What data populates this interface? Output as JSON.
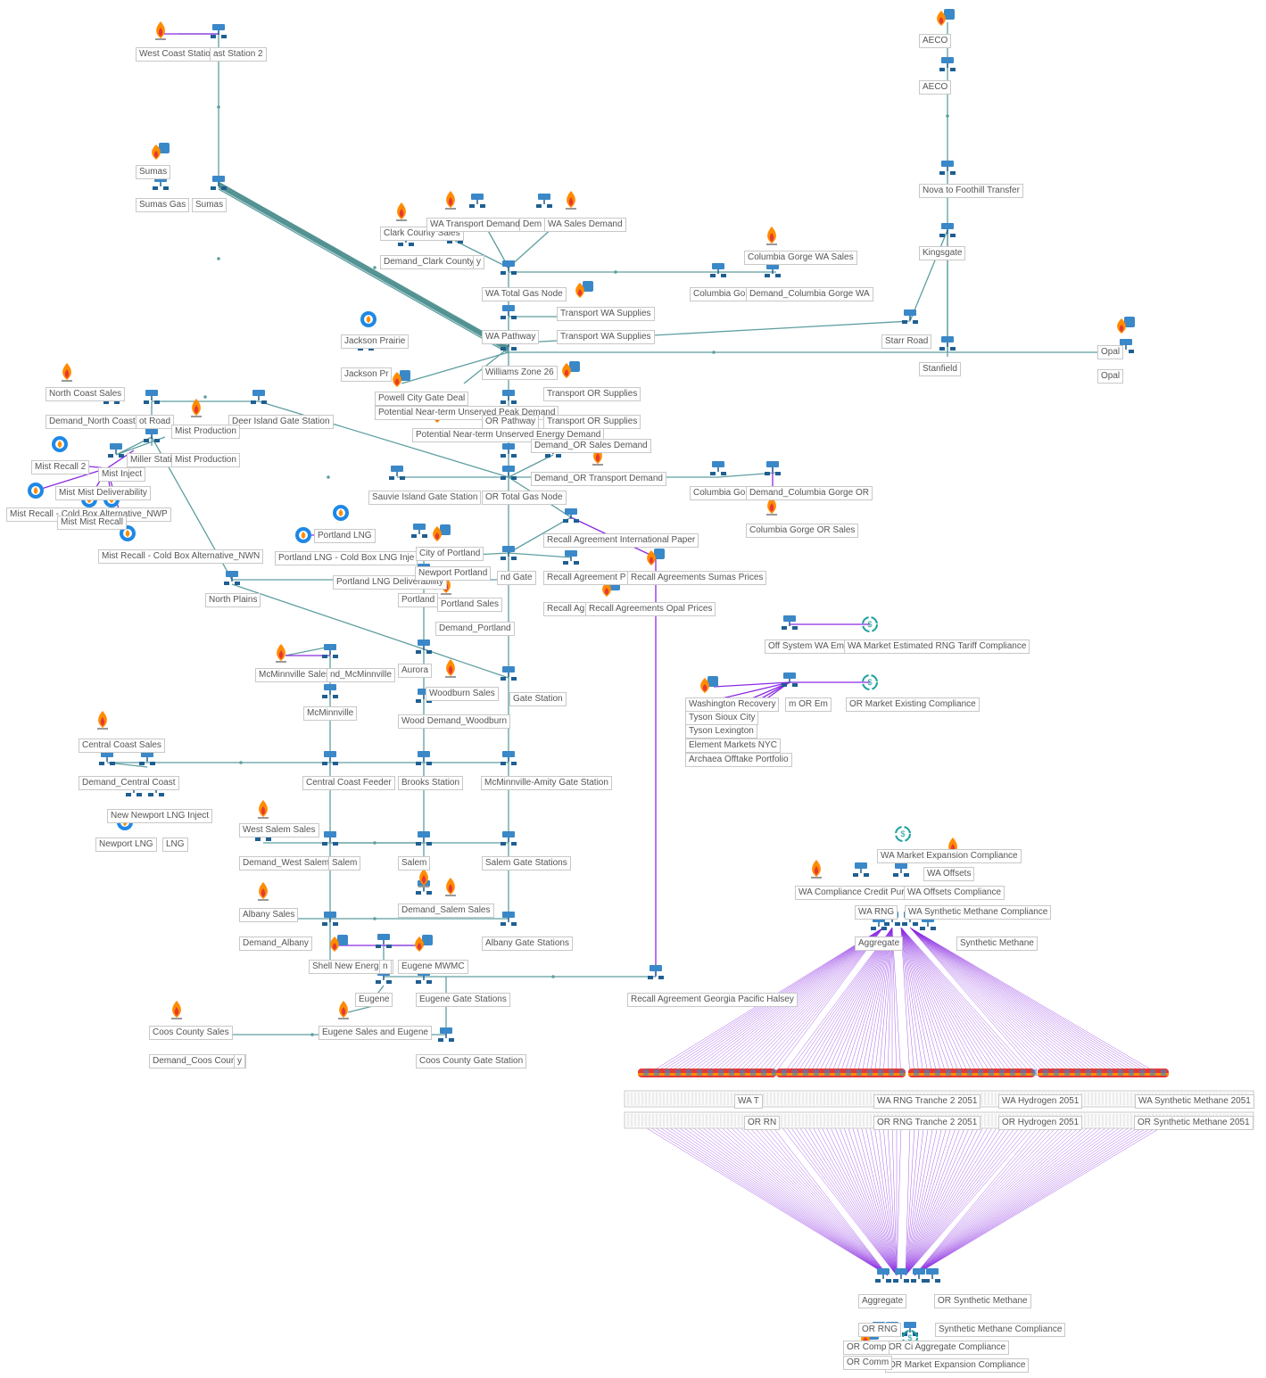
{
  "labels": [
    "West Coast Station 2",
    "ast Station 2",
    "Sumas",
    "Sumas Gas",
    "Sumas",
    "AECO",
    "AECO",
    "Nova to Foothill Transfer",
    "Kingsgate",
    "Starr Road",
    "Stanfield",
    "Opal",
    "Opal",
    "Clark County Sales",
    "WA Transport Demand",
    "Dem",
    "WA Sales Demand",
    "Demand_Clark County",
    "y",
    "WA Total Gas Node",
    "Columbia Gorge WA Sales",
    "Columbia Go",
    "Demand_Columbia Gorge WA",
    "Transport WA Supplies",
    "WA Pathway",
    "Transport WA Supplies",
    "Jackson Prairie",
    "Jackson Pr",
    "Williams Zone 26",
    "North Coast Sales",
    "Demand_North Coast",
    "ot Road",
    "Deer Island Gate Station",
    "Mist Production",
    "Powell City Gate Deal",
    "Potential Near-term Unserved Peak Demand",
    "Transport OR Supplies",
    "OR Pathway",
    "Transport OR Supplies",
    "Potential Near-term Unserved Energy Demand",
    "Demand_OR Sales Demand",
    "Mist Recall 2",
    "Mist Inject",
    "Miller Stati",
    "Mist Production",
    "Mist Mist Deliverability",
    "Mist Recall - Cold Box Alternative_NWP",
    "Mist Mist Recall",
    "Mist Recall - Cold Box Alternative_NWN",
    "Sauvie Island Gate Station",
    "OR Total Gas Node",
    "Demand_OR Transport Demand",
    "Columbia Go",
    "Demand_Columbia Gorge OR",
    "Columbia Gorge OR Sales",
    "Portland LNG",
    "Portland LNG - Cold Box LNG Inje",
    "City of Portland",
    "Recall Agreement International Paper",
    "Portland LNG Deliverability",
    "Newport Portland",
    "nd Gate",
    "Recall Agreement P",
    "Recall Agreements Sumas Prices",
    "Portland",
    "Portland Sales",
    "Recall Ag",
    "Recall Agreements Opal Prices",
    "North Plains",
    "Demand_Portland",
    "Off System WA Em",
    "WA Market Estimated RNG Tariff Compliance",
    "Washington Recovery",
    "m OR Em",
    "OR Market Existing Compliance",
    "Tyson Sioux City",
    "Tyson Lexington",
    "Element Markets NYC",
    "Archaea Offtake Portfolio",
    "McMinnville Sales",
    "nd_McMinnville",
    "Aurora",
    "McMinnville",
    "Woodburn Sales",
    "Gate Station",
    "Wood Demand_Woodburn",
    "Central Coast Sales",
    "Demand_Central Coast",
    "Central Coast Feeder",
    "Brooks Station",
    "McMinnville-Amity Gate Station",
    "New Newport LNG Inject",
    "Newport LNG",
    "LNG",
    "West Salem Sales",
    "Demand_West Salem",
    "Salem",
    "Salem",
    "Salem Gate Stations",
    "Demand_Salem Sales",
    "Albany Sales",
    "Demand_Albany",
    "Albany Gate Stations",
    "Shell New Energies",
    "n",
    "Eugene MWMC",
    "Eugene",
    "Eugene Gate Stations",
    "Recall Agreement Georgia Pacific Halsey",
    "Coos County Sales",
    "Eugene Sales and Eugene",
    "Demand_Coos County",
    "y",
    "Coos County Gate Station",
    "WA Market Expansion Compliance",
    "WA Offsets",
    "WA Compliance Credit Purchase",
    "WA Offsets Compliance",
    "WA RNG",
    "WA Synthetic Methane Compliance",
    "Aggregate",
    "Synthetic Methane",
    "WA T",
    "WA RNG Tranche 2 2051",
    "WA Hydrogen 2051",
    "WA Synthetic Methane 2051",
    "OR RN",
    "OR RNG Tranche 2 2051",
    "OR Hydrogen 2051",
    "OR Synthetic Methane 2051",
    "Aggregate",
    "OR Synthetic Methane",
    "OR RNG",
    "Synthetic Methane Compliance",
    "OR Ci Aggregate Compliance",
    "OR Market Expansion Compliance",
    "OR Comp",
    "OR Comm"
  ],
  "colors": {
    "pipe": "#5f9ea0",
    "thick_pipe": "#4f8f8f",
    "contract": "#8a2be2",
    "node": "#3a88c8",
    "node_dark": "#1f5f91",
    "flame": "#ff8c00",
    "flame_inner": "#e53935",
    "storage": "#1e88e5",
    "label_border": "#c8c8c8",
    "label_text": "#555555",
    "compliance": "#20a0a0"
  },
  "icons": [
    "node-icon",
    "flame-icon",
    "storage-icon",
    "supply-icon",
    "compliance-icon",
    "block-icon"
  ]
}
